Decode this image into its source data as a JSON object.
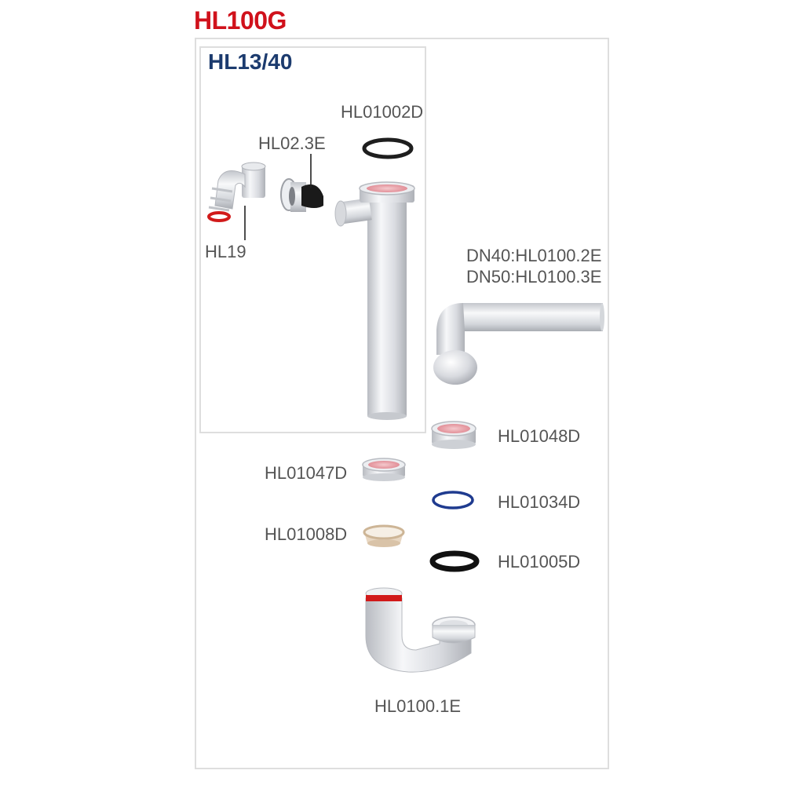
{
  "title": "HL100G",
  "subtitle": "HL13/40",
  "colors": {
    "title_red": "#d0111b",
    "subtitle_blue": "#1c3b6e",
    "frame": "#dedede",
    "label": "#555555",
    "gasket_pink": "#e7a2a9",
    "ring_blue": "#1f3b8f",
    "ring_black": "#111111",
    "ring_beige": "#d9c3a8",
    "band_red": "#d11a1a"
  },
  "parts": {
    "hl01002d": "HL01002D",
    "hl02_3e": "HL02.3E",
    "hl19": "HL19",
    "dn40": "DN40:HL0100.2E",
    "dn50": "DN50:HL0100.3E",
    "hl01048d": "HL01048D",
    "hl01047d": "HL01047D",
    "hl01034d": "HL01034D",
    "hl01008d": "HL01008D",
    "hl01005d": "HL01005D",
    "hl0100_1e": "HL0100.1E"
  }
}
